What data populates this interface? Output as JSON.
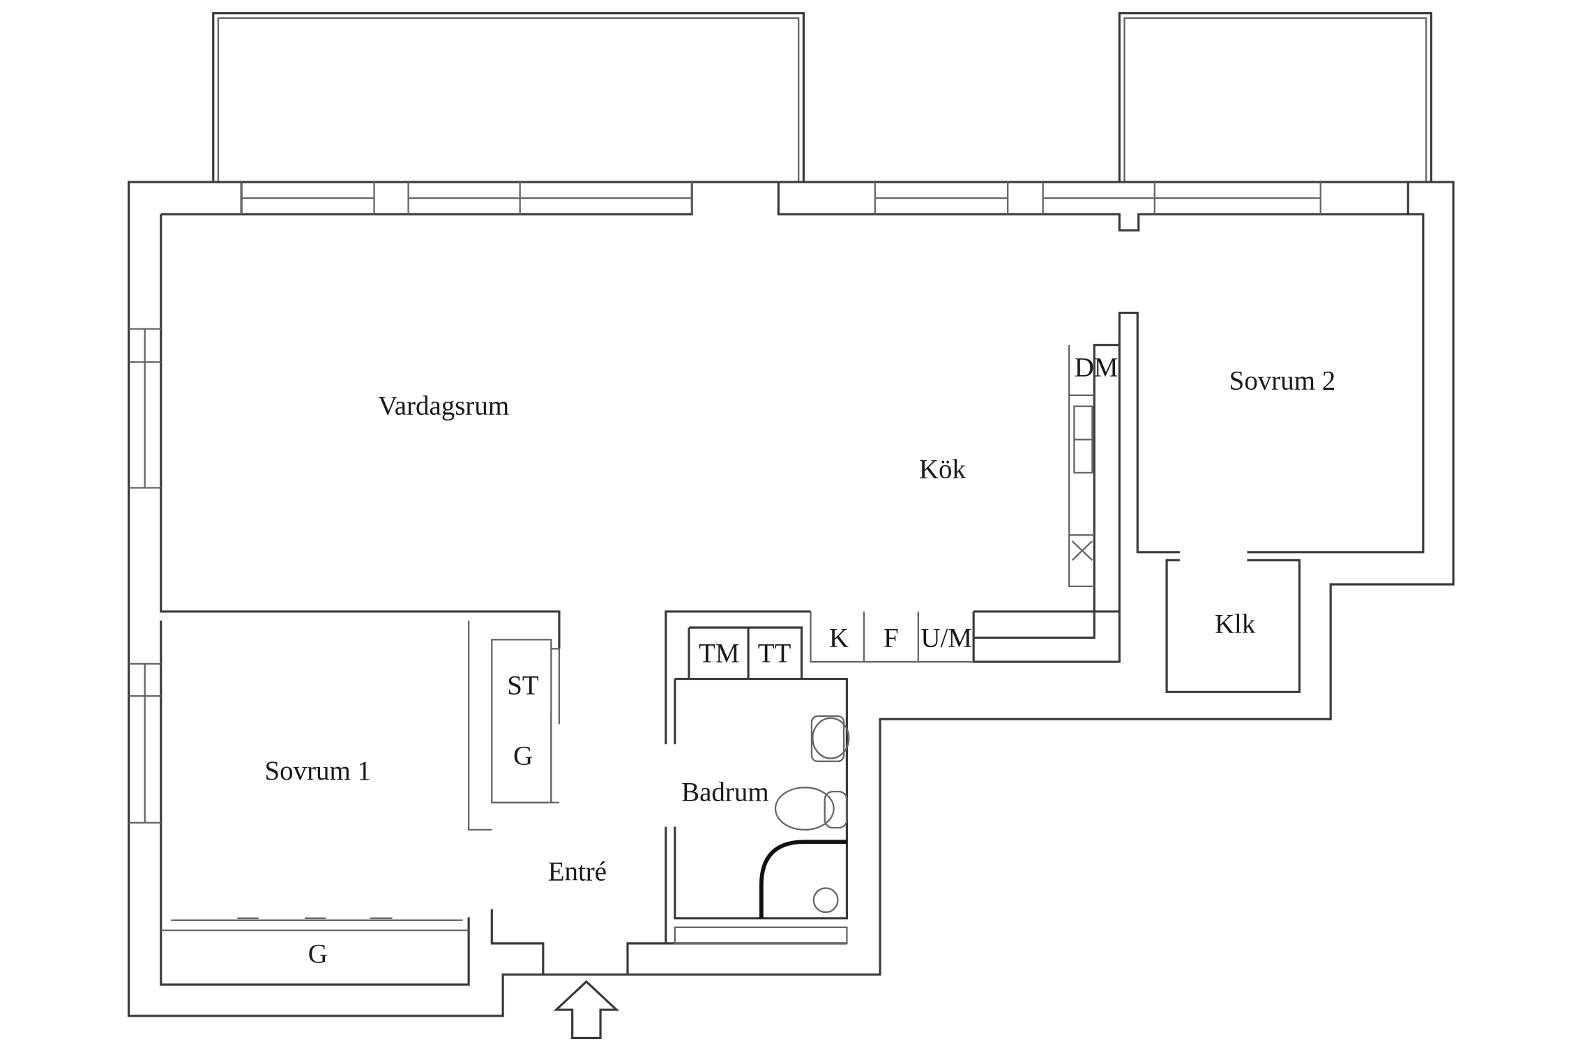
{
  "rooms": {
    "vardagsrum": "Vardagsrum",
    "kok": "Kök",
    "sovrum2": "Sovrum 2",
    "sovrum1": "Sovrum 1",
    "klk": "Klk",
    "badrum": "Badrum",
    "entre": "Entré"
  },
  "fixtures": {
    "dm": "DM",
    "k": "K",
    "f": "F",
    "um": "U/M",
    "tm": "TM",
    "tt": "TT",
    "st": "ST",
    "g_closet": "G",
    "g_wardrobe": "G"
  }
}
